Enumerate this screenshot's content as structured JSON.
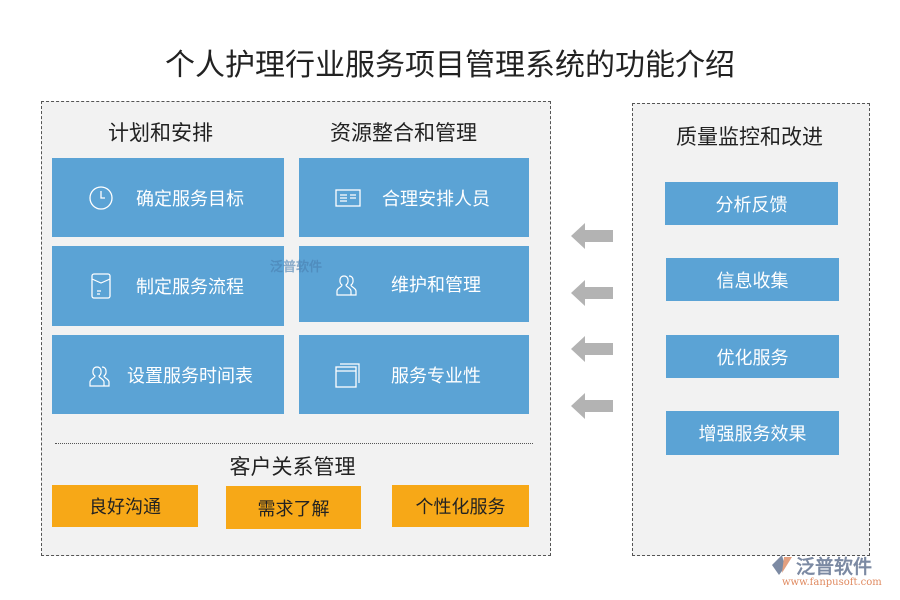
{
  "title": "个人护理行业服务项目管理系统的功能介绍",
  "left_panel": {
    "plan": {
      "title": "计划和安排",
      "items": [
        {
          "label": "确定服务目标",
          "icon": "clock-icon"
        },
        {
          "label": "制定服务流程",
          "icon": "document-icon"
        },
        {
          "label": "设置服务时间表",
          "icon": "users-icon"
        }
      ]
    },
    "resource": {
      "title": "资源整合和管理",
      "items": [
        {
          "label": "合理安排人员",
          "icon": "id-card-icon"
        },
        {
          "label": "维护和管理",
          "icon": "users-icon"
        },
        {
          "label": "服务专业性",
          "icon": "windows-icon"
        }
      ]
    },
    "crm": {
      "title": "客户关系管理",
      "items": [
        "良好沟通",
        "需求了解",
        "个性化服务"
      ]
    }
  },
  "right_panel": {
    "title": "质量监控和改进",
    "items": [
      "分析反馈",
      "信息收集",
      "优化服务",
      "增强服务效果"
    ]
  },
  "watermark": {
    "text": "泛普软件"
  },
  "logo": {
    "name": "泛普软件",
    "url": "www.fanpusoft.com"
  },
  "colors": {
    "blue": "#5ba3d5",
    "orange": "#f7a817",
    "arrow": "#b3b3b3",
    "panel": "#f2f2f2"
  }
}
